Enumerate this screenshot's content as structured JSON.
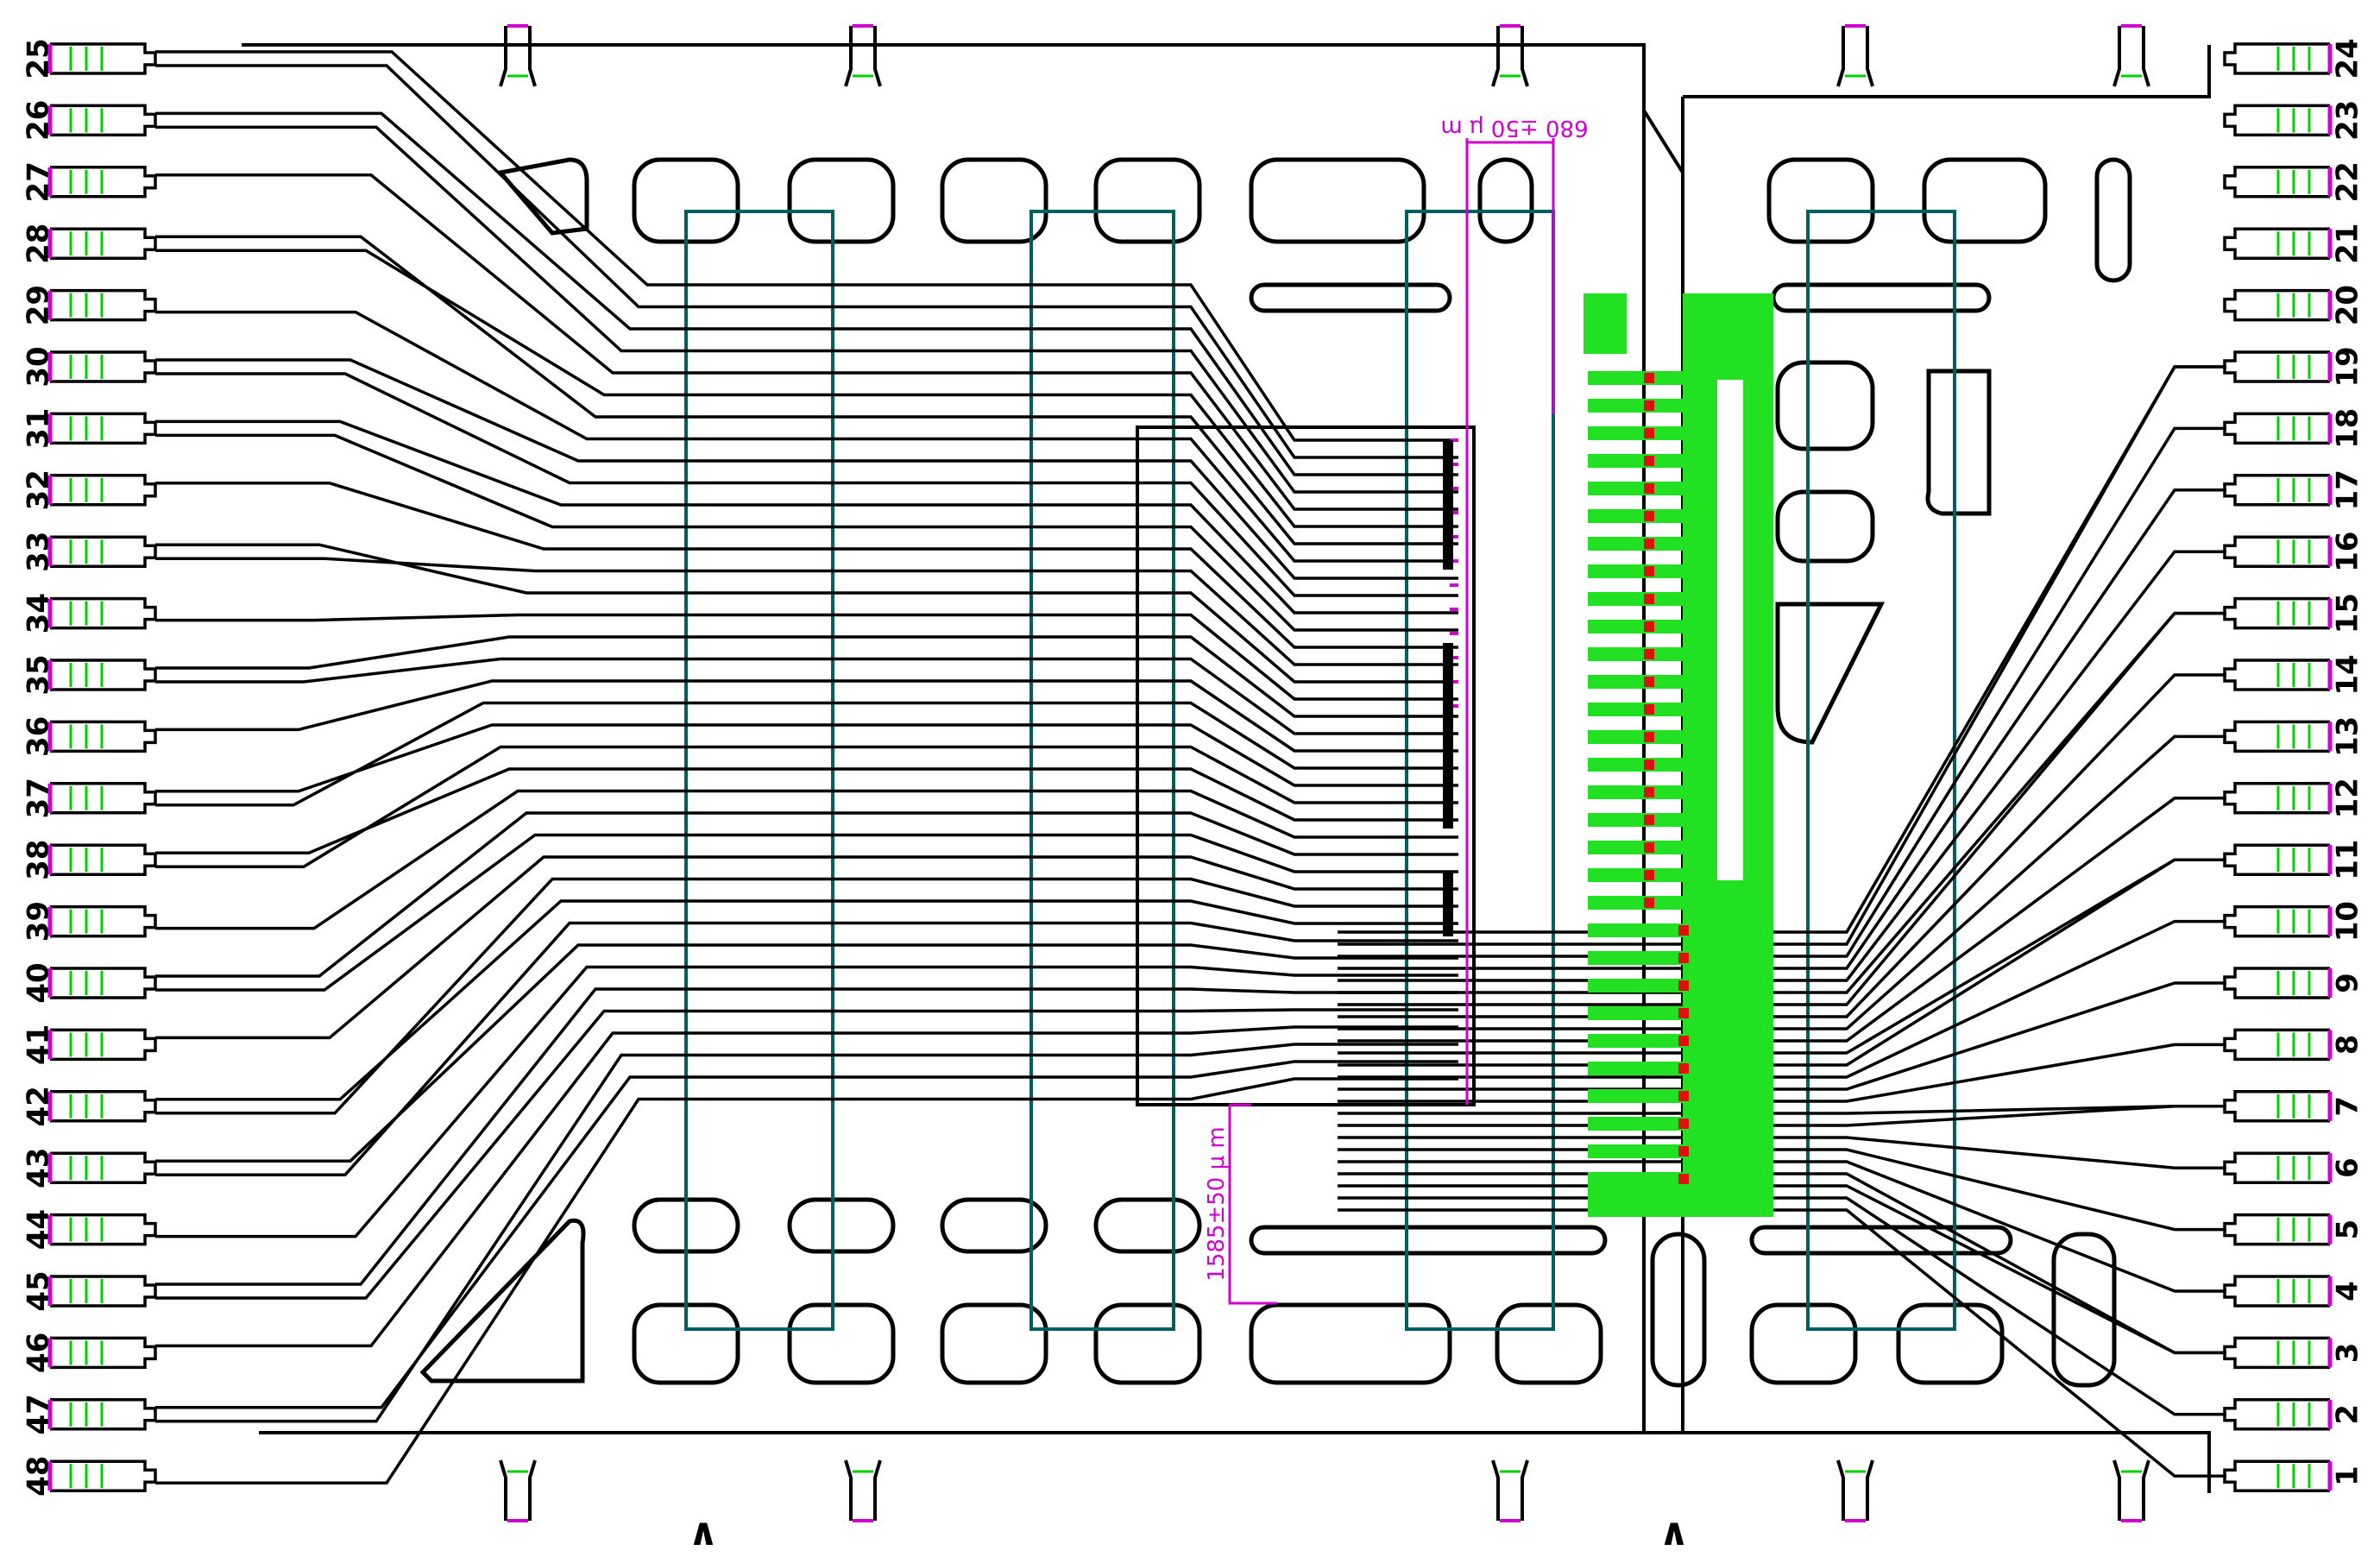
{
  "diagram": {
    "left_pins": [
      "25",
      "26",
      "27",
      "28",
      "29",
      "30",
      "31",
      "32",
      "33",
      "34",
      "35",
      "36",
      "37",
      "38",
      "39",
      "40",
      "41",
      "42",
      "43",
      "44",
      "45",
      "46",
      "47",
      "48"
    ],
    "right_pins": [
      "24",
      "23",
      "22",
      "21",
      "20",
      "19",
      "18",
      "17",
      "16",
      "15",
      "14",
      "13",
      "12",
      "11",
      "10",
      "9",
      "8",
      "7",
      "6",
      "5",
      "4",
      "3",
      "2",
      "1"
    ],
    "dimension_top": "680 ±50 μ m",
    "dimension_side": "1585±50 μ m",
    "bottom_marks": [
      "∧",
      "∧"
    ],
    "colors": {
      "trace": "#000000",
      "pad_lines": "#00d000",
      "pin_marker": "#d000d0",
      "flex_copper": "#22e022",
      "solder_dot": "#e01010",
      "frame_outline": "#006060",
      "dimension": "#d000d0"
    }
  }
}
